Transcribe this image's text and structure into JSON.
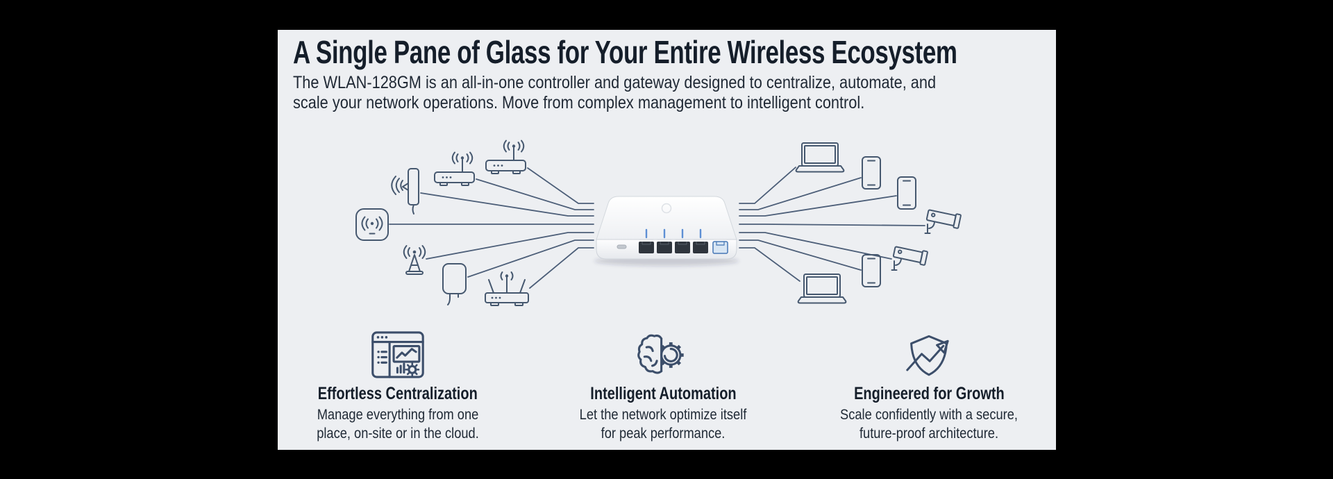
{
  "page": {
    "title": "A Single Pane of Glass for Your Entire Wireless Ecosystem",
    "subtitle_line1": "The WLAN-128GM is an all-in-one controller and gateway designed to centralize, automate, and",
    "subtitle_line2": "scale your network operations. Move from complex management to intelligent control."
  },
  "diagram": {
    "hub": "WLAN-128GM gateway (white appliance, 4 LAN ports, 1 WAN port, 4 blue status LEDs, USB-C port)",
    "left_devices": [
      "wifi-router",
      "wifi-router",
      "wall-panel-antenna",
      "ceiling-access-point",
      "antenna-mast",
      "outdoor-access-point",
      "tri-antenna-router"
    ],
    "right_devices": [
      "laptop",
      "smartphone",
      "smartphone",
      "cctv-camera",
      "cctv-camera",
      "smartphone",
      "laptop"
    ]
  },
  "features": [
    {
      "icon": "dashboard-browser-icon",
      "heading": "Effortless Centralization",
      "line1": "Manage everything from one",
      "line2": "place, on-site or in the cloud."
    },
    {
      "icon": "brain-gear-icon",
      "heading": "Intelligent Automation",
      "line1": "Let the network optimize itself",
      "line2": "for peak performance."
    },
    {
      "icon": "shield-growth-icon",
      "heading": "Engineered for Growth",
      "line1": "Scale confidently with a secure,",
      "line2": "future-proof architecture."
    }
  ],
  "colors": {
    "background": "#000000",
    "panel": "#edeff2",
    "heading_text": "#151e2a",
    "body_text": "#1f2834",
    "line_art": "#46586f",
    "led_blue": "#5d8fd4",
    "wan_port_blue": "#4577b5"
  }
}
